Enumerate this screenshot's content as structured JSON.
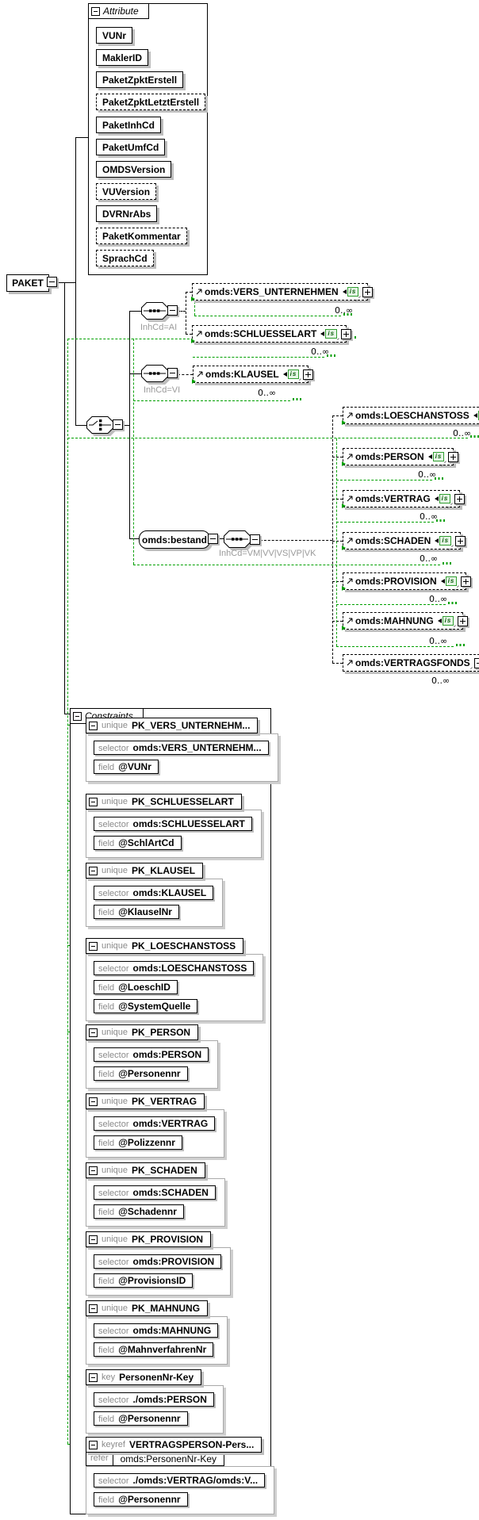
{
  "colors": {
    "connector_green": "#00a000",
    "shadow_gray": "#bdbdbd",
    "label_gray": "#9a9a9a",
    "is_badge_bg": "#e6f5e6",
    "is_badge_border": "#2f9e2f"
  },
  "icons": {
    "reference_arrow": "arrow-up-right",
    "identity_constraint_badge": "is",
    "expand_glyph": "+",
    "collapse_glyph": "-"
  },
  "root": {
    "label": "PAKET"
  },
  "attribute_panel": {
    "title": "Attribute",
    "items": [
      {
        "label": "VUNr",
        "optional": false
      },
      {
        "label": "MaklerID",
        "optional": false
      },
      {
        "label": "PaketZpktErstell",
        "optional": false
      },
      {
        "label": "PaketZpktLetztErstell",
        "optional": true
      },
      {
        "label": "PaketInhCd",
        "optional": false
      },
      {
        "label": "PaketUmfCd",
        "optional": false
      },
      {
        "label": "OMDSVersion",
        "optional": false
      },
      {
        "label": "VUVersion",
        "optional": true
      },
      {
        "label": "DVRNrAbs",
        "optional": false
      },
      {
        "label": "PaketKommentar",
        "optional": true
      },
      {
        "label": "SprachCd",
        "optional": true
      }
    ]
  },
  "tree": {
    "sequences": [
      {
        "condition": "InhCd=AI"
      },
      {
        "condition": "InhCd=VI"
      },
      {
        "condition": "InhCd=VM|VV|VS|VP|VK"
      }
    ],
    "bestand": {
      "label": "omds:bestand"
    },
    "refs": [
      {
        "label": "omds:VERS_UNTERNEHMEN",
        "occurrence": "0..∞",
        "identity_constraint": true
      },
      {
        "label": "omds:SCHLUESSELART",
        "occurrence": "0..∞",
        "identity_constraint": true
      },
      {
        "label": "omds:KLAUSEL",
        "occurrence": "0..∞",
        "identity_constraint": true
      },
      {
        "label": "omds:LOESCHANSTOSS",
        "occurrence": "0..∞",
        "identity_constraint": true
      },
      {
        "label": "omds:PERSON",
        "occurrence": "0..∞",
        "identity_constraint": true
      },
      {
        "label": "omds:VERTRAG",
        "occurrence": "0..∞",
        "identity_constraint": true
      },
      {
        "label": "omds:SCHADEN",
        "occurrence": "0..∞",
        "identity_constraint": true
      },
      {
        "label": "omds:PROVISION",
        "occurrence": "0..∞",
        "identity_constraint": true
      },
      {
        "label": "omds:MAHNUNG",
        "occurrence": "0..∞",
        "identity_constraint": true
      },
      {
        "label": "omds:VERTRAGSFONDS",
        "occurrence": "0..∞",
        "identity_constraint": false
      }
    ]
  },
  "labels": {
    "selector": "selector",
    "field": "field",
    "refer": "refer"
  },
  "constraints_panel": {
    "title": "Constraints",
    "items": [
      {
        "kind": "unique",
        "name": "PK_VERS_UNTERNEHM...",
        "selector": "omds:VERS_UNTERNEHM...",
        "fields": [
          "@VUNr"
        ]
      },
      {
        "kind": "unique",
        "name": "PK_SCHLUESSELART",
        "selector": "omds:SCHLUESSELART",
        "fields": [
          "@SchlArtCd"
        ]
      },
      {
        "kind": "unique",
        "name": "PK_KLAUSEL",
        "selector": "omds:KLAUSEL",
        "fields": [
          "@KlauselNr"
        ]
      },
      {
        "kind": "unique",
        "name": "PK_LOESCHANSTOSS",
        "selector": "omds:LOESCHANSTOSS",
        "fields": [
          "@LoeschID",
          "@SystemQuelle"
        ]
      },
      {
        "kind": "unique",
        "name": "PK_PERSON",
        "selector": "omds:PERSON",
        "fields": [
          "@Personennr"
        ]
      },
      {
        "kind": "unique",
        "name": "PK_VERTRAG",
        "selector": "omds:VERTRAG",
        "fields": [
          "@Polizzennr"
        ]
      },
      {
        "kind": "unique",
        "name": "PK_SCHADEN",
        "selector": "omds:SCHADEN",
        "fields": [
          "@Schadennr"
        ]
      },
      {
        "kind": "unique",
        "name": "PK_PROVISION",
        "selector": "omds:PROVISION",
        "fields": [
          "@ProvisionsID"
        ]
      },
      {
        "kind": "unique",
        "name": "PK_MAHNUNG",
        "selector": "omds:MAHNUNG",
        "fields": [
          "@MahnverfahrenNr"
        ]
      },
      {
        "kind": "key",
        "name": "PersonenNr-Key",
        "selector": "./omds:PERSON",
        "fields": [
          "@Personennr"
        ]
      },
      {
        "kind": "keyref",
        "name": "VERTRAGSPERSON-Pers...",
        "refer": "omds:PersonenNr-Key",
        "selector": "./omds:VERTRAG/omds:V...",
        "fields": [
          "@Personennr"
        ]
      }
    ]
  }
}
